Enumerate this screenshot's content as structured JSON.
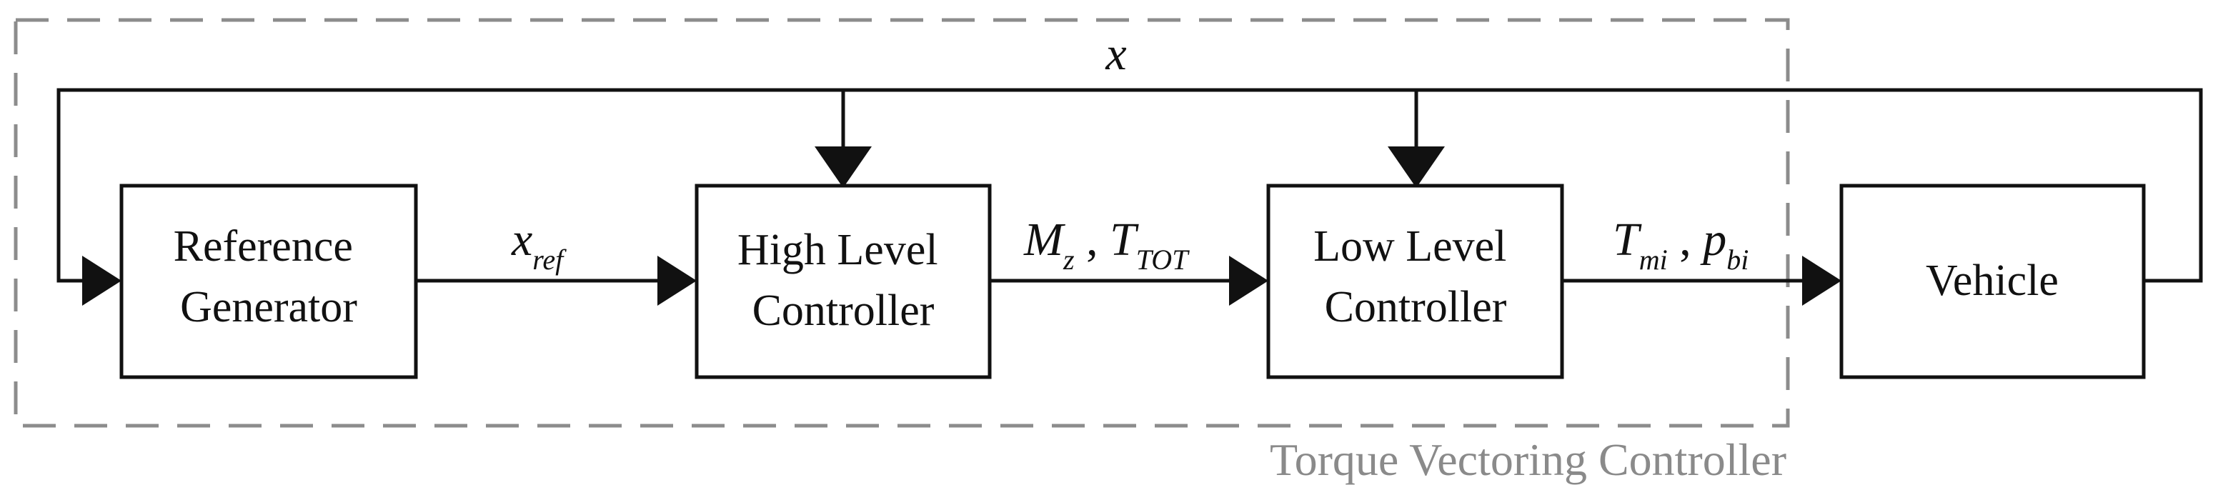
{
  "feedback_signal": "x",
  "blocks": {
    "reference_generator": [
      "Reference",
      "Generator"
    ],
    "high_level_controller": [
      "High Level",
      "Controller"
    ],
    "low_level_controller": [
      "Low Level",
      "Controller"
    ],
    "vehicle": "Vehicle"
  },
  "signals": {
    "xref": {
      "base": "x",
      "sub": "ref"
    },
    "mz": {
      "base": "M",
      "sub": "z",
      "sep": " , "
    },
    "ttot": {
      "base": "T",
      "sub": "TOT"
    },
    "tmi": {
      "base": "T",
      "sub": "mi",
      "sep": " , "
    },
    "pbi": {
      "base": "p",
      "sub": "bi"
    }
  },
  "group_caption": "Torque Vectoring Controller",
  "colors": {
    "line": "#111111",
    "group_border": "#8c8c8c",
    "caption": "#8a8a8a"
  }
}
